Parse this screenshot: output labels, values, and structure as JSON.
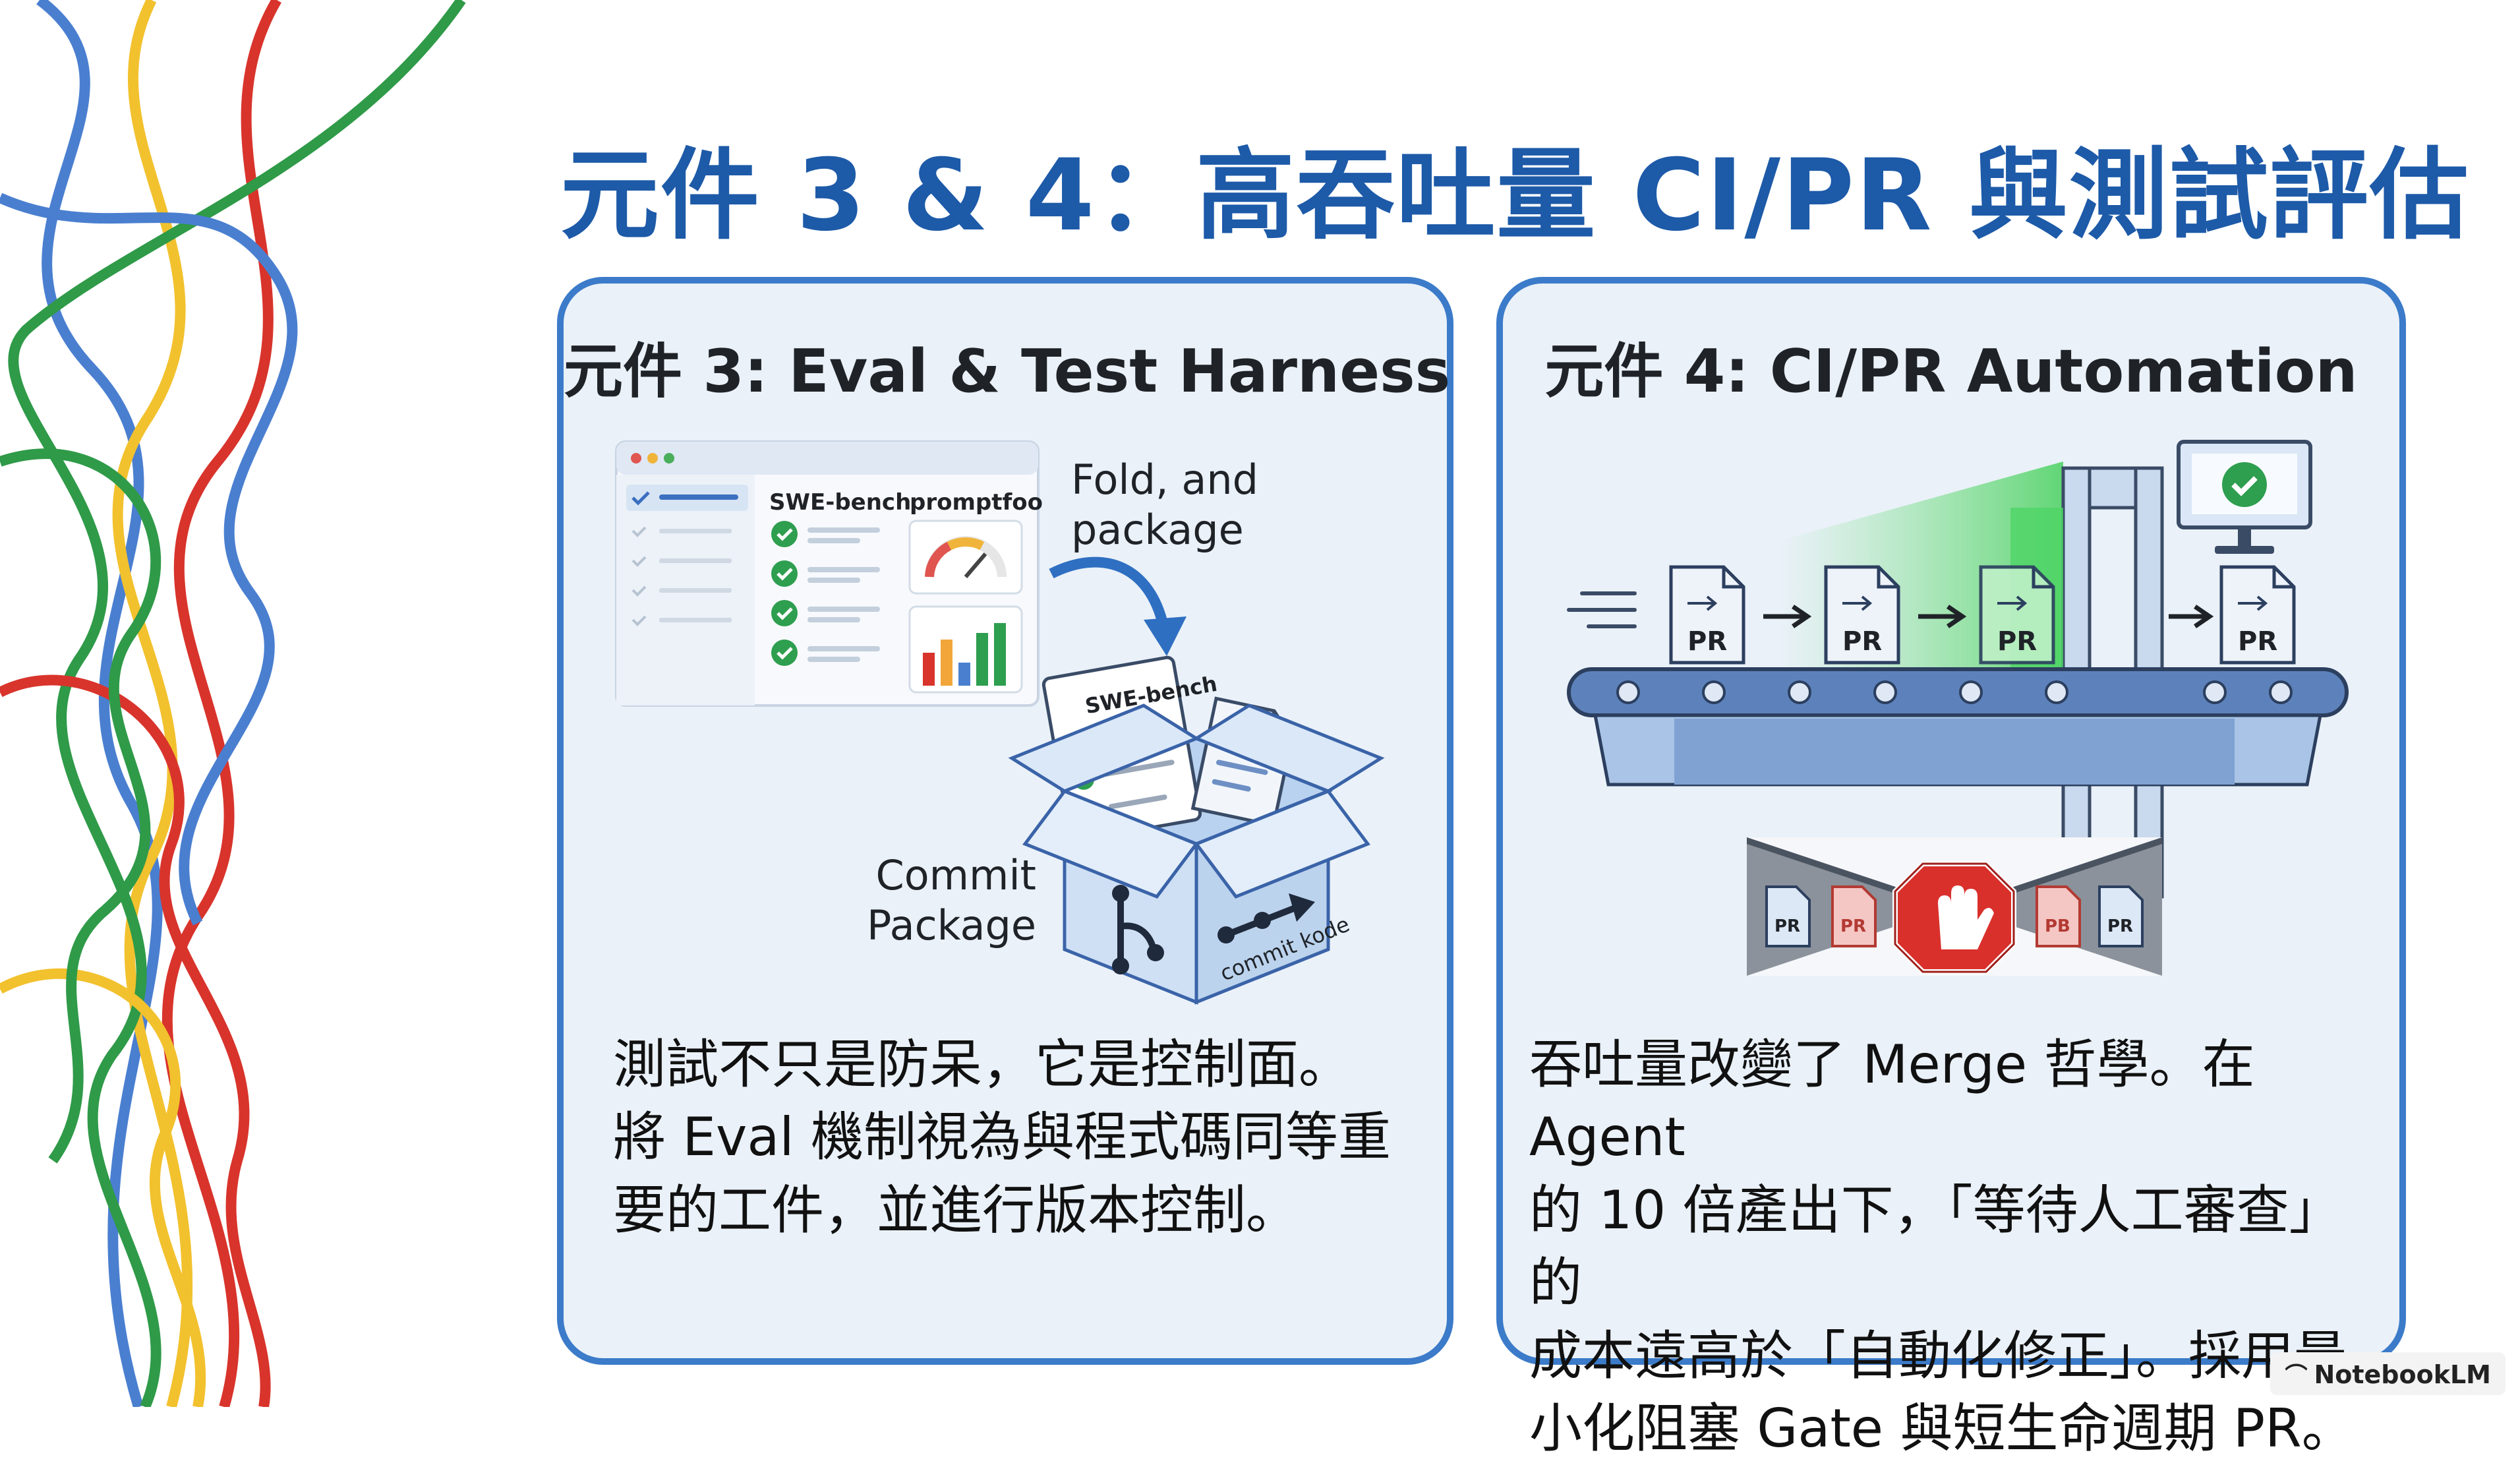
{
  "slide": {
    "title": "元件 3 & 4：高吞吐量 CI/PR 與測試評估"
  },
  "left_card": {
    "title": "元件 3: Eval & Test Harness",
    "window_tab_1": "SWE-bench",
    "window_tab_2": "promptfoo",
    "fold_label_line1": "Fold, and",
    "fold_label_line2": "package",
    "doc_label": "SWE-bench",
    "commit_label_line1": "Commit",
    "commit_label_line2": "Package",
    "box_label": "commit kode",
    "body_line1": "測試不只是防呆，它是控制面。",
    "body_line2": "將 Eval 機制視為與程式碼同等重",
    "body_line3": "要的工件，並進行版本控制。"
  },
  "right_card": {
    "title": "元件 4: CI/PR Automation",
    "pr_label": "PR",
    "pb_label": "PB",
    "body_line1": "吞吐量改變了 Merge 哲學。在 Agent",
    "body_line2": "的 10 倍產出下，「等待人工審查」的",
    "body_line3": "成本遠高於「自動化修正」。採用最",
    "body_line4": "小化阻塞 Gate 與短生命週期 PR。"
  },
  "watermark": {
    "text": "NotebookLM",
    "icon": "notebooklm-icon"
  },
  "colors": {
    "title_blue": "#1d5aa8",
    "card_border": "#3b7bc9",
    "card_fill": "#eaf1f8",
    "check_green": "#2e9e4f",
    "stop_red": "#d9302c",
    "line_blue": "#4a7fd0",
    "line_yellow": "#f2c12e",
    "line_green": "#2f9a48",
    "line_red": "#d8342c"
  }
}
